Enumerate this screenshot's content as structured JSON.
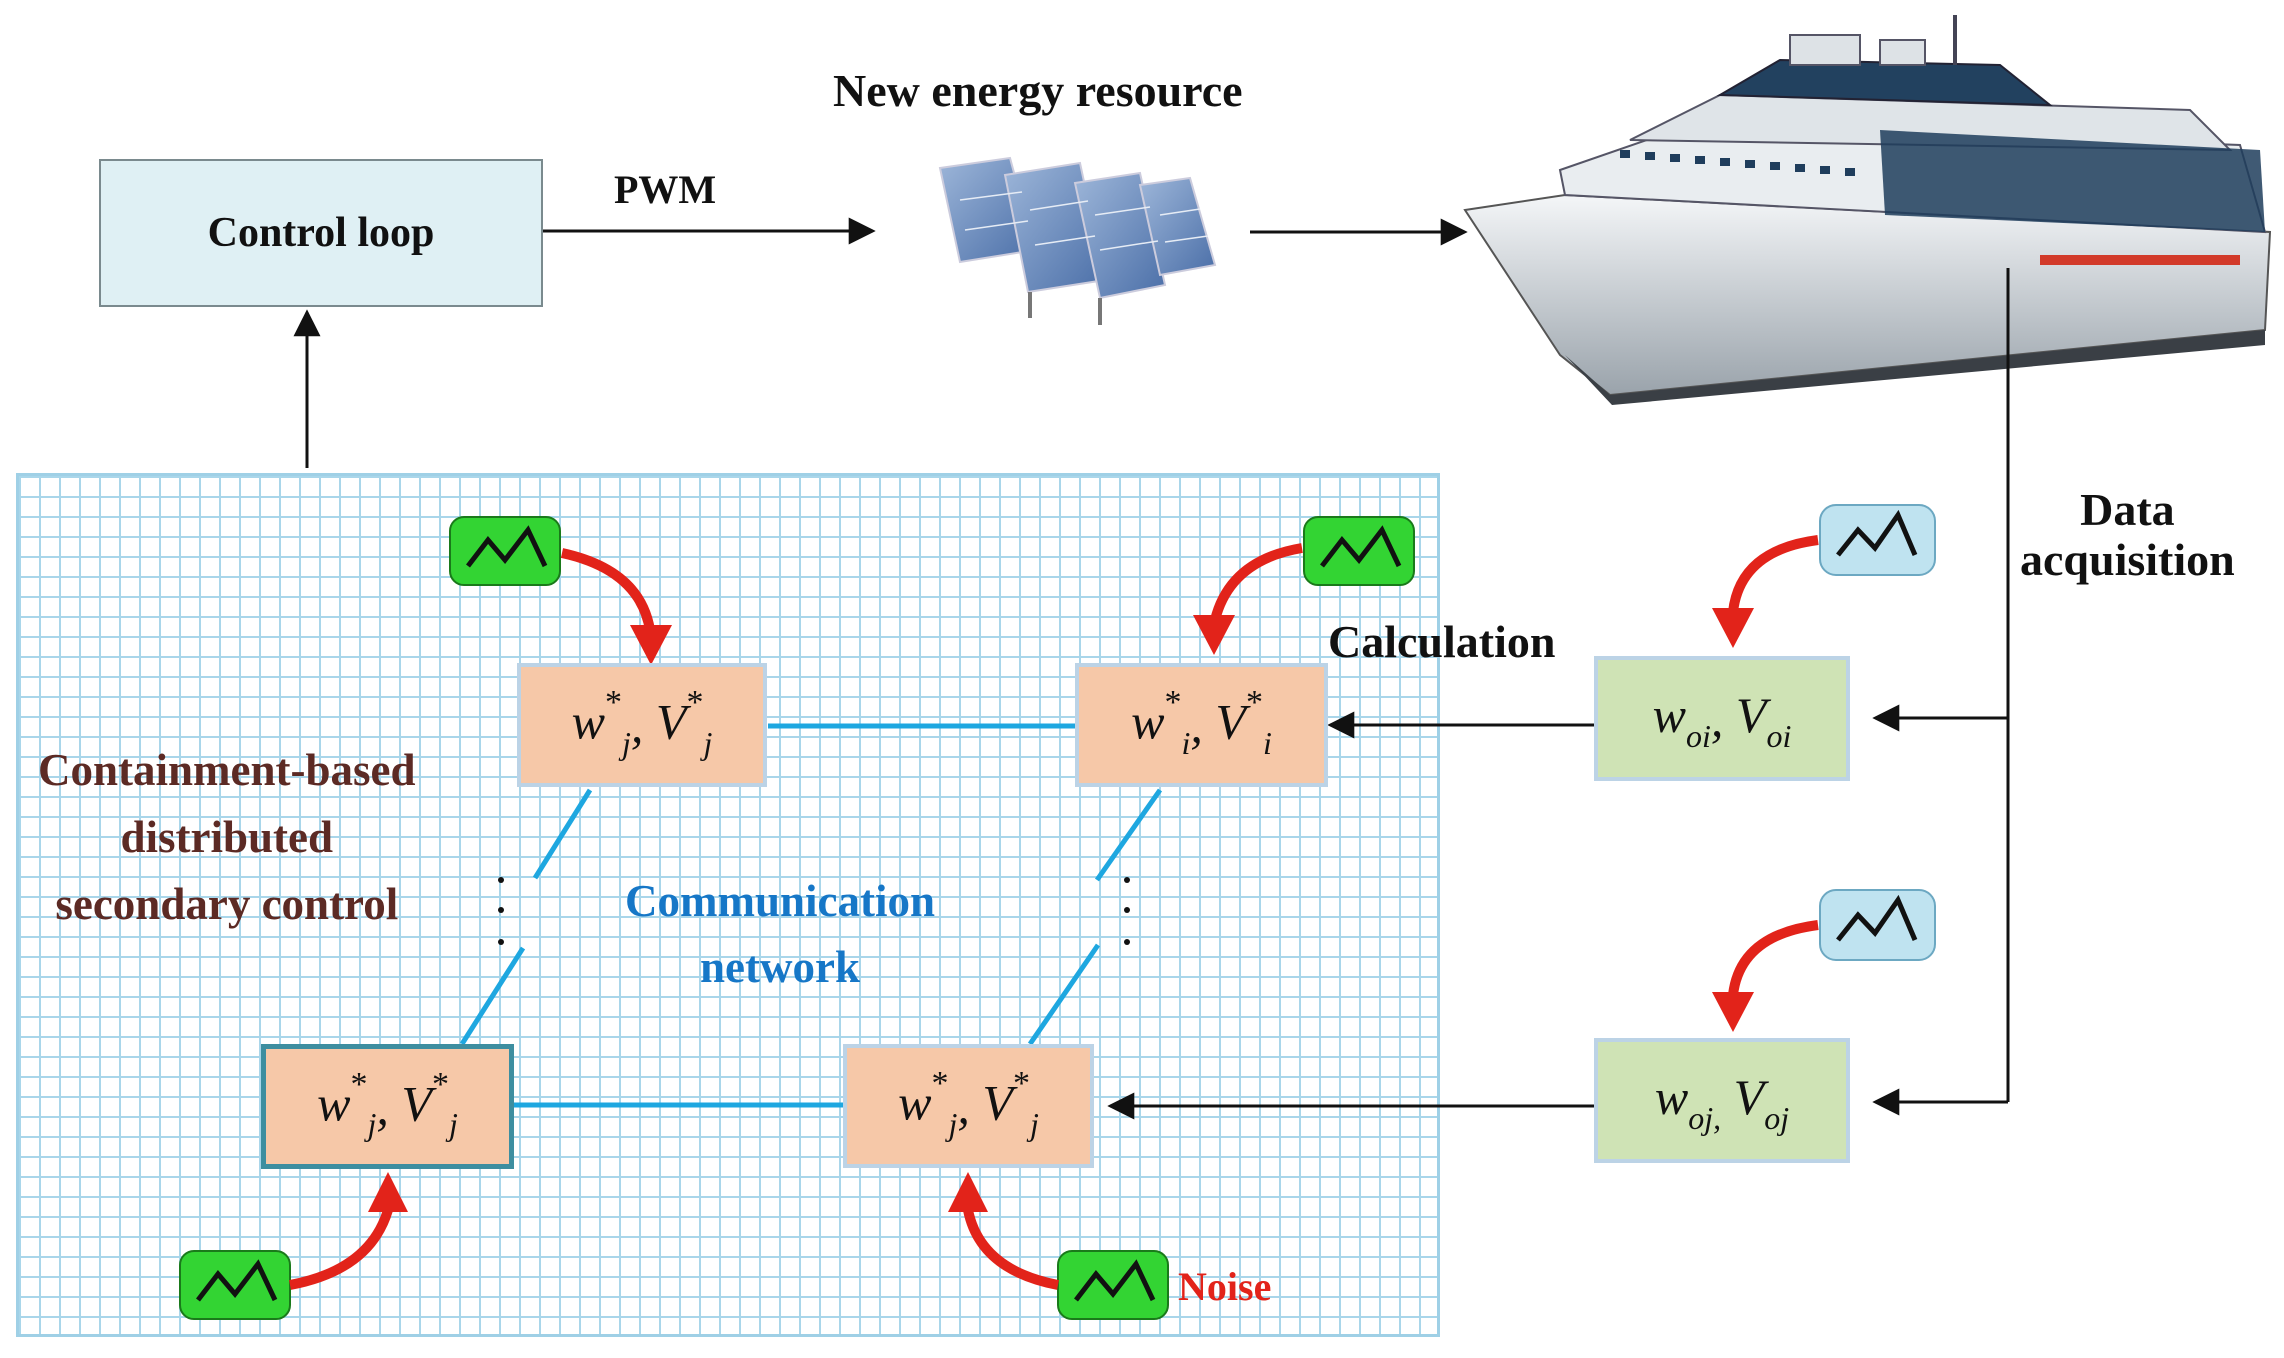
{
  "title": "New energy resource",
  "control_loop": "Control loop",
  "pwm": "PWM",
  "data_acquisition": [
    "Data",
    "acquisition"
  ],
  "calculation": "Calculation",
  "containment": [
    "Containment-based",
    "distributed",
    "secondary control"
  ],
  "communication": [
    "Communication",
    "network"
  ],
  "noise": "Noise",
  "nodes": {
    "top_left": {
      "w": "w",
      "w_sub": "j",
      "v": "V",
      "v_sub": "j",
      "sup": "*"
    },
    "top_right": {
      "w": "w",
      "w_sub": "i",
      "v": "V",
      "v_sub": "i",
      "sup": "*"
    },
    "bottom_left": {
      "w": "w",
      "w_sub": "j",
      "v": "V",
      "v_sub": "j",
      "sup": "*"
    },
    "bottom_right": {
      "w": "w",
      "w_sub": "j",
      "v": "V",
      "v_sub": "j",
      "sup": "*"
    }
  },
  "measurements": {
    "top": {
      "w": "w",
      "w_sub": "oi",
      "v": "V",
      "v_sub": "oi"
    },
    "bottom": {
      "w": "w",
      "w_sub": "oj,",
      "v": "V",
      "v_sub": "oj"
    }
  },
  "colors": {
    "node_fill": "#f6c8a8",
    "measurement_fill": "#cfe3b5",
    "link": "#1ea7e0",
    "noise_arrow": "#e2231a",
    "noise_badge_green": "#33d433",
    "noise_badge_blue": "#bfe3f0"
  },
  "icons": [
    "solar-panel-icon",
    "ship-icon",
    "noise-signal-icon"
  ]
}
